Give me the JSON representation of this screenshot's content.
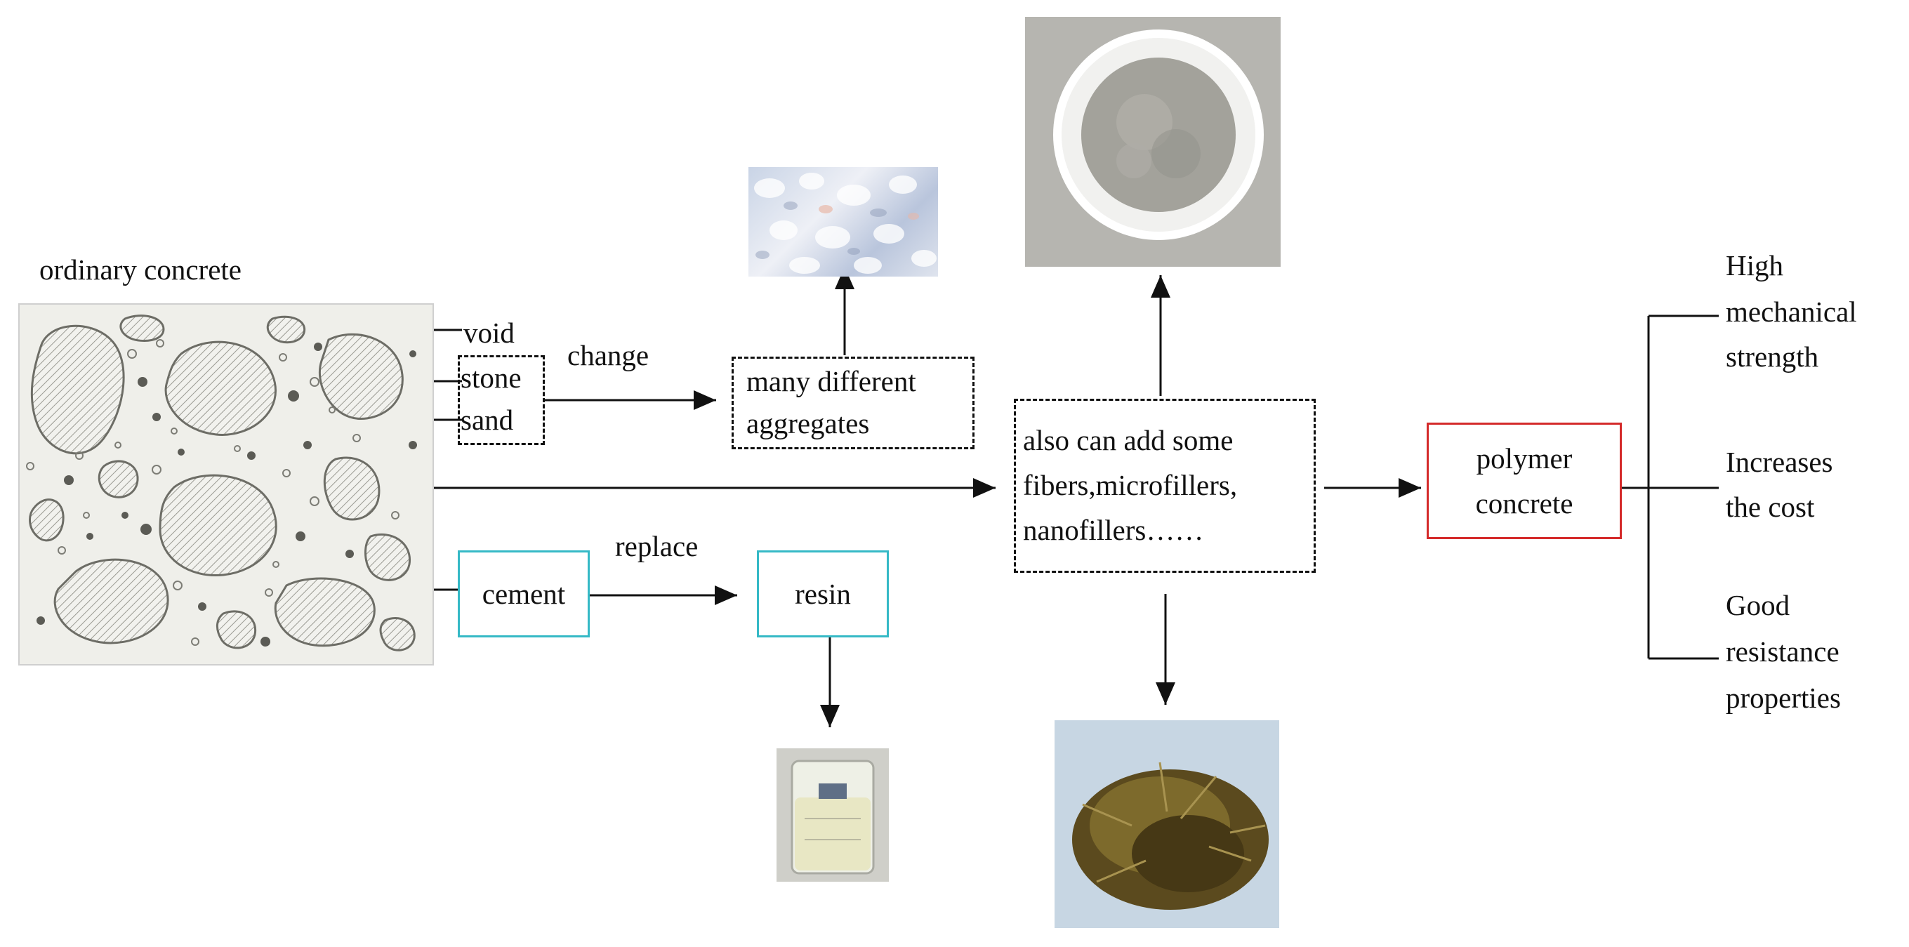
{
  "concrete": {
    "title": "ordinary concrete",
    "labels": {
      "void": "void",
      "stone": "stone",
      "sand": "sand"
    }
  },
  "arrows": {
    "change": "change",
    "replace": "replace"
  },
  "boxes": {
    "aggregates": [
      "many different",
      "aggregates"
    ],
    "cement": "cement",
    "resin": "resin",
    "additives": [
      "also can add some",
      "fibers,microfillers,",
      "nanofillers……"
    ],
    "polymer": [
      "polymer",
      "concrete"
    ]
  },
  "properties": [
    [
      "High",
      "mechanical",
      "strength"
    ],
    [
      "Increases",
      "the cost"
    ],
    [
      "Good",
      "resistance",
      "properties"
    ]
  ],
  "colors": {
    "teal_box": "#35b9c6",
    "red_box": "#d42a2a"
  }
}
